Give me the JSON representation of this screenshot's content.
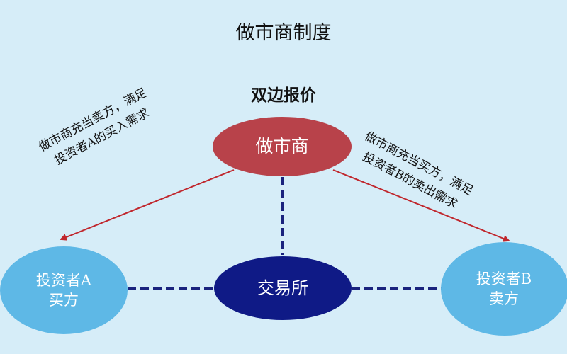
{
  "title": "做市商制度",
  "subtitle": "双边报价",
  "nodes": {
    "market_maker": {
      "label": "做市商"
    },
    "exchange": {
      "label": "交易所"
    },
    "investor_a": {
      "line1": "投资者A",
      "line2": "买方"
    },
    "investor_b": {
      "line1": "投资者B",
      "line2": "卖方"
    }
  },
  "annotations": {
    "left": {
      "line1": "做市商充当卖方，满足",
      "line2": "投资者A的买入需求"
    },
    "right": {
      "line1": "做市商充当买方，满足",
      "line2": "投资者B的卖出需求"
    }
  },
  "colors": {
    "background": "#d6edf8",
    "market_maker": "#b8424a",
    "exchange": "#0f1a86",
    "investor": "#5eb8e6",
    "connector": "#1a237e",
    "arrow": "#c0272d"
  }
}
